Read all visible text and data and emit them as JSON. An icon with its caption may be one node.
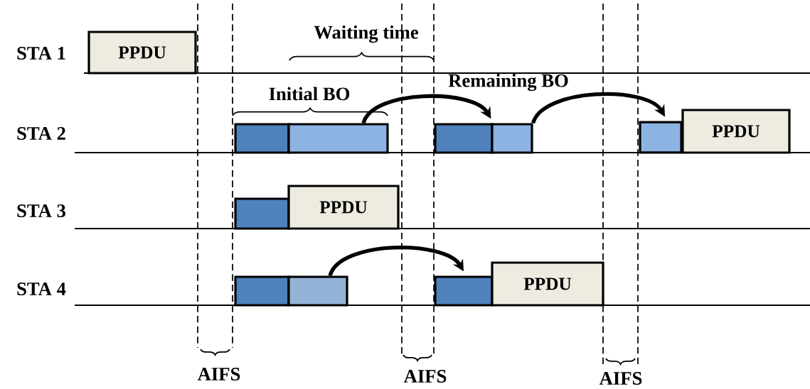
{
  "diagram": {
    "nodes": [
      {
        "text": [
          "PPDU"
        ]
      },
      {
        "text": [],
        "shape": "box"
      },
      {
        "text": [],
        "shape": "box"
      },
      {
        "text": [],
        "shape": "box"
      },
      {
        "text": [],
        "shape": "box"
      },
      {
        "text": [],
        "shape": "box"
      },
      {
        "text": [
          "PPDU"
        ]
      },
      {
        "text": [],
        "shape": "box"
      },
      {
        "text": [
          "PPDU"
        ]
      },
      {
        "text": [],
        "shape": "box"
      },
      {
        "text": [],
        "shape": "box"
      },
      {
        "text": [],
        "shape": "box"
      },
      {
        "text": [
          "PPDU"
        ]
      }
    ],
    "edges": [
      {
        "from": 2,
        "to": 4,
        "arrow": "to"
      },
      {
        "from": 4,
        "to": 5,
        "arrow": "to"
      },
      {
        "from": 10,
        "to": 11,
        "arrow": "to"
      }
    ],
    "labels": [
      "Waiting time",
      "STA 1",
      "Initial BO",
      "Remaining BO",
      "STA 2",
      "STA 3",
      "STA 4",
      "AIFS",
      "AIFS",
      "AIFS"
    ]
  }
}
